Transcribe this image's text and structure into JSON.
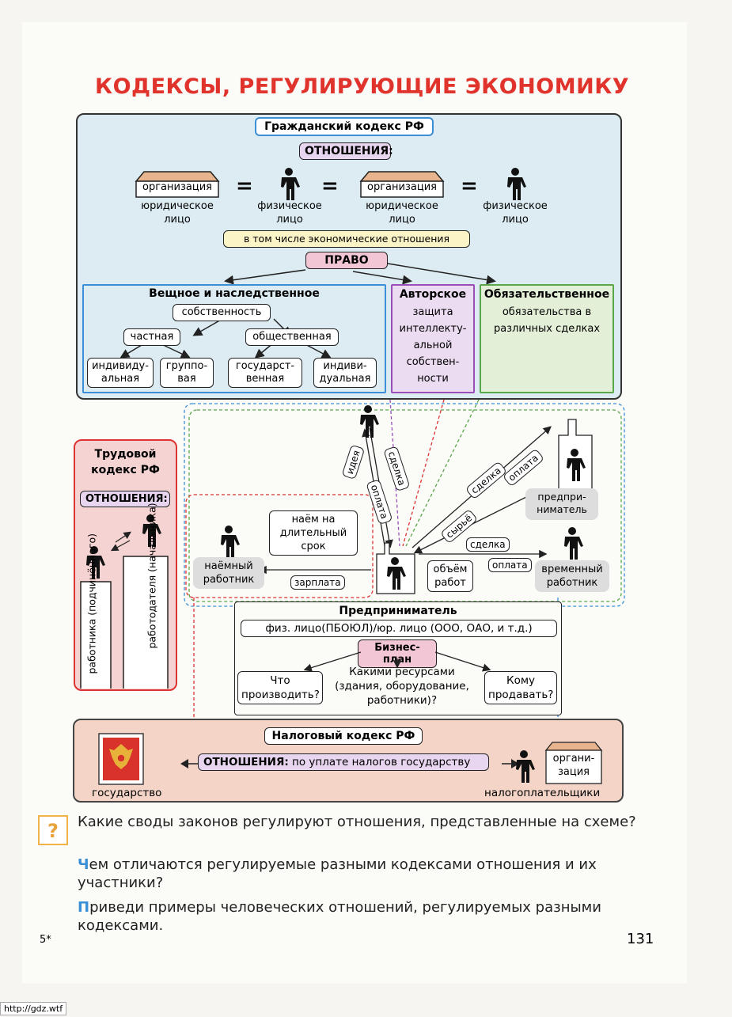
{
  "title": "КОДЕКСЫ, РЕГУЛИРУЮЩИЕ ЭКОНОМИКУ",
  "civil": {
    "heading": "Гражданский кодекс РФ",
    "relations": "ОТНОШЕНИЯ:",
    "org_label": "организация",
    "legal_person": "юридическое лицо",
    "natural_person": "физическое лицо",
    "equals": "=",
    "incl_econ": "в том числе экономические отношения",
    "law": "ПРАВО",
    "property": {
      "heading": "Вещное и наследственное",
      "ownership": "собственность",
      "private": "частная",
      "public": "общественная",
      "individual": "индивиду-альная",
      "group": "группо-вая",
      "state": "государст-венная",
      "individual2": "индиви-дуальная"
    },
    "author": {
      "heading": "Авторское",
      "text": "защита интеллекту-альной собствен-ности"
    },
    "obligation": {
      "heading": "Обязательственное",
      "text": "обязательства в различных сделках"
    }
  },
  "labor": {
    "heading": "Трудовой кодекс РФ",
    "relations": "ОТНОШЕНИЯ:",
    "employee": "работника (подчинённого)",
    "employer": "работодателя (начальника)"
  },
  "middle": {
    "hire": "наём на длительный срок",
    "hired_worker": "наёмный работник",
    "salary": "зарплата",
    "idea": "идея",
    "deal": "сделка",
    "payment": "оплата",
    "raw": "сырьё",
    "volume": "объём работ",
    "entrepreneur": "предпри-ниматель",
    "temp_worker": "временный работник"
  },
  "business": {
    "heading": "Предприниматель",
    "forms": "физ. лицо(ПБОЮЛ)/юр. лицо (ООО, ОАО, и т.д.)",
    "plan": "Бизнес-план",
    "what": "Что производить?",
    "resources": "Какими ресурсами (здания, оборудование, работники)?",
    "whom": "Кому продавать?"
  },
  "tax": {
    "heading": "Налоговый кодекс РФ",
    "relations_bold": "ОТНОШЕНИЯ:",
    "relations_text": "по уплате налогов государству",
    "state": "государство",
    "org": "органи-зация",
    "taxpayers": "налогоплательщики"
  },
  "questions": {
    "q1": "Какие своды законов регулируют отношения, представленные на схеме?",
    "q2_first": "Ч",
    "q2_rest": "ем отличаются регулируемые разными кодексами отношения и их участники?",
    "q3_first": "П",
    "q3_rest": "риведи примеры человеческих отношений, регулируемых разными кодексами."
  },
  "footer": {
    "left": "5*",
    "page": "131",
    "source": "http://gdz.wtf"
  },
  "colors": {
    "title": "#e0332b",
    "civil_bg": "#dcecf2",
    "labor_bg": "#f6d3d3",
    "tax_bg": "#f3d4c7",
    "accent_blue": "#3a8fd6",
    "purple": "#9a4fb8",
    "green": "#5aa64a"
  }
}
